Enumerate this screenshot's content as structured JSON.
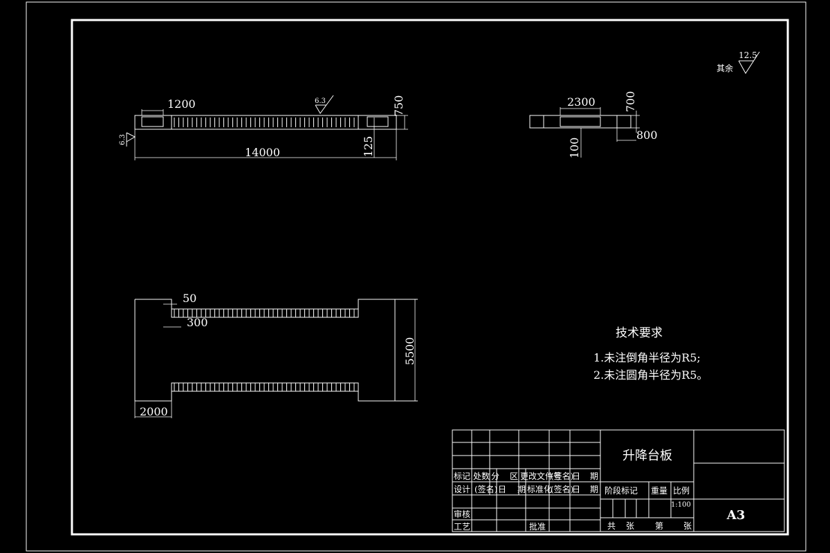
{
  "colors": {
    "background": "#000000",
    "lines": "#ffffff"
  },
  "drawing": {
    "roughness_note": {
      "label": "其余",
      "value": "12.5"
    },
    "view_front": {
      "dims": {
        "width_left": "1200",
        "total": "14000",
        "height": "750",
        "thickness": "125"
      },
      "roughness": {
        "top": "6.3",
        "left": "6.3"
      }
    },
    "view_side": {
      "dims": {
        "width": "2300",
        "height": "700",
        "offset": "800",
        "thickness": "100"
      }
    },
    "view_plan": {
      "dims": {
        "gap": "50",
        "slot": "300",
        "height": "5500",
        "width_left": "2000"
      }
    },
    "tech_requirements": {
      "title": "技术要求",
      "items": [
        "1.未注倒角半径为R5;",
        "2.未注圆角半径为R5。"
      ]
    },
    "title_block": {
      "name": "升降台板",
      "header_row": [
        "标记",
        "处数",
        "分",
        "区",
        "更改文件号",
        "(签名)",
        "日",
        "期"
      ],
      "design_row": [
        "设计",
        "(签名)",
        "日",
        "期",
        "标准化",
        "(签名)",
        "日",
        "期"
      ],
      "review": "审核",
      "process": "工艺",
      "approve": "批准",
      "stage_mark": "阶段标记",
      "weight": "重量",
      "scale_label": "比例",
      "scale_value": "1:100",
      "sheet_total": "共",
      "sheet_unit1": "张",
      "sheet_of": "第",
      "sheet_unit2": "张",
      "format": "A3"
    }
  }
}
